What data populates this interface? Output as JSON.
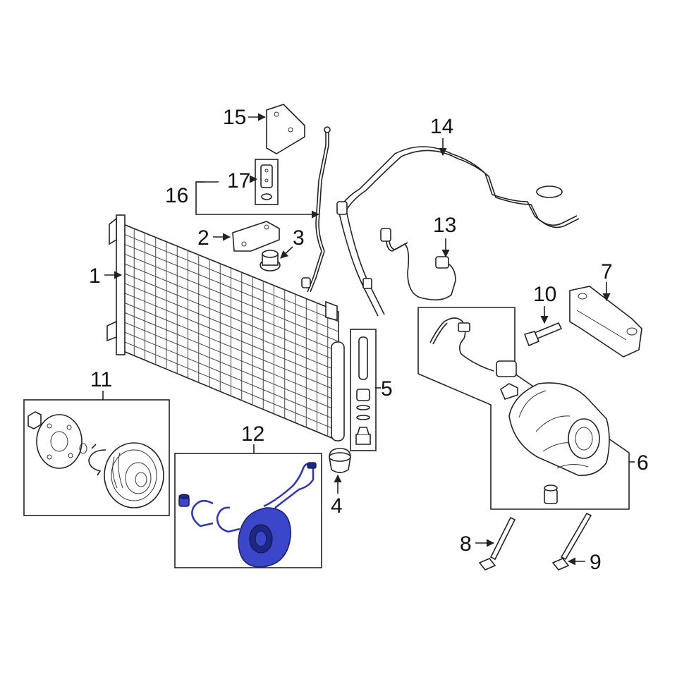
{
  "callouts": {
    "c1": "1",
    "c2": "2",
    "c3": "3",
    "c4": "4",
    "c5": "5",
    "c6": "6",
    "c7": "7",
    "c8": "8",
    "c9": "9",
    "c10": "10",
    "c11": "11",
    "c12": "12",
    "c13": "13",
    "c14": "14",
    "c15": "15",
    "c16": "16",
    "c17": "17"
  },
  "colors": {
    "line": "#222222",
    "highlight": "#3b46c9",
    "background": "#ffffff"
  }
}
